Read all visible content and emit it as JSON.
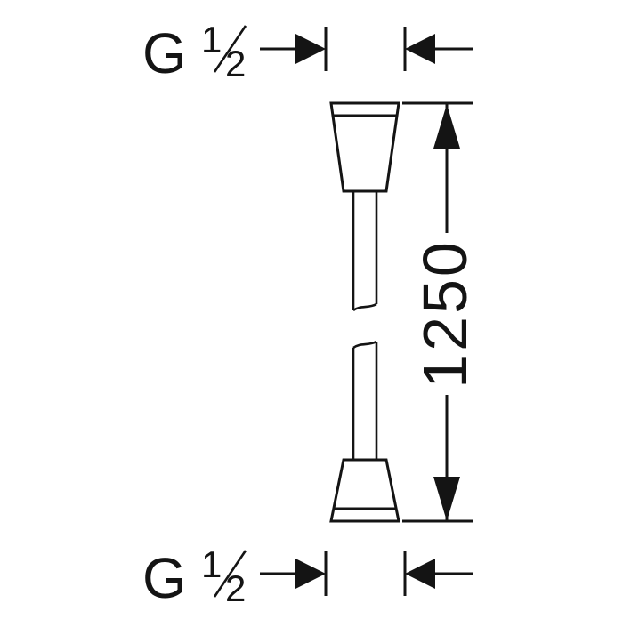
{
  "drawing": {
    "top_thread": {
      "label": "G ½",
      "letter": "G",
      "numerator": "1",
      "denominator": "2"
    },
    "bottom_thread": {
      "label": "G ½",
      "letter": "G",
      "numerator": "1",
      "denominator": "2"
    },
    "length": {
      "value": "1250"
    }
  },
  "colors": {
    "line": "#141414",
    "background": "#ffffff"
  }
}
